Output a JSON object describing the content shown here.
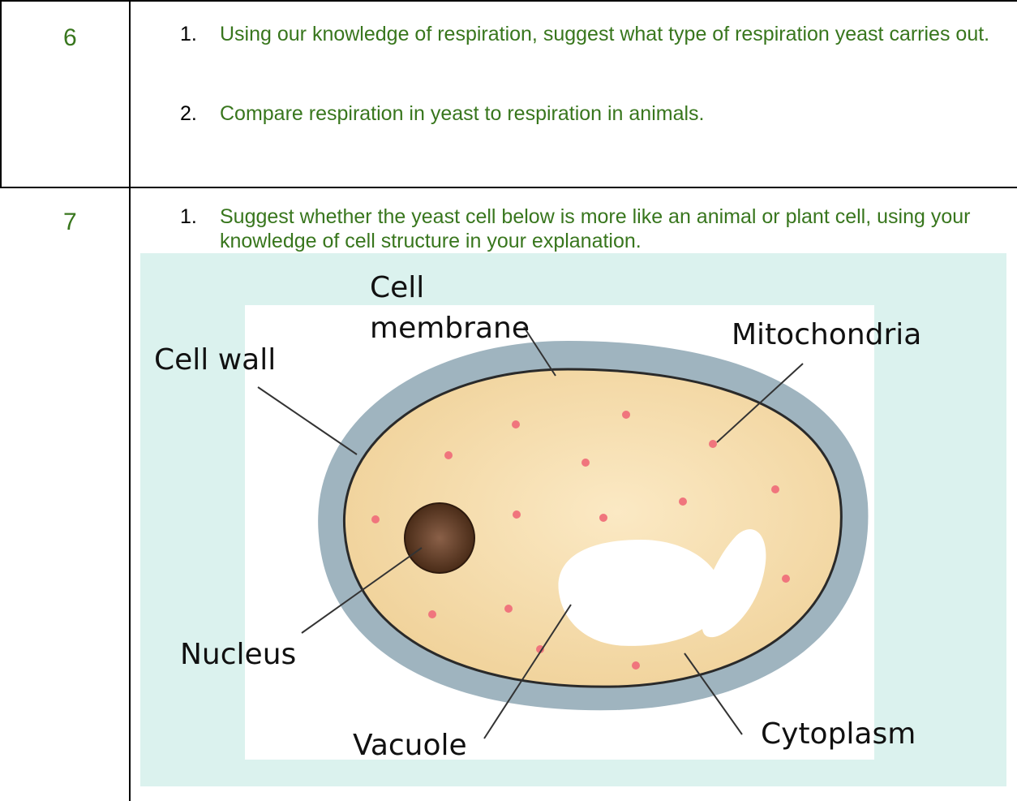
{
  "rows": [
    {
      "number": "6",
      "items": [
        {
          "n": "1.",
          "text": "Using our knowledge of respiration, suggest what type of respiration yeast carries out."
        },
        {
          "n": "2.",
          "text": "Compare respiration in yeast to respiration in animals."
        }
      ]
    },
    {
      "number": "7",
      "items": [
        {
          "n": "1.",
          "text": "Suggest whether the yeast cell below is more like an animal or plant cell, using your knowledge of cell structure in your explanation."
        }
      ]
    }
  ],
  "diagram": {
    "labels": {
      "cell_membrane_line1": "Cell",
      "cell_membrane_line2": "membrane",
      "mitochondria": "Mitochondria",
      "cell_wall": "Cell wall",
      "nucleus": "Nucleus",
      "vacuole": "Vacuole",
      "cytoplasm": "Cytoplasm"
    },
    "colors": {
      "cell_wall": "#9fb4bf",
      "cytoplasm": "#f4d9a5",
      "nucleus": "#5b3822",
      "mitochondria_dots": "#f0757d",
      "panel_background": "#dbf2ee",
      "question_text": "#38761d"
    }
  }
}
